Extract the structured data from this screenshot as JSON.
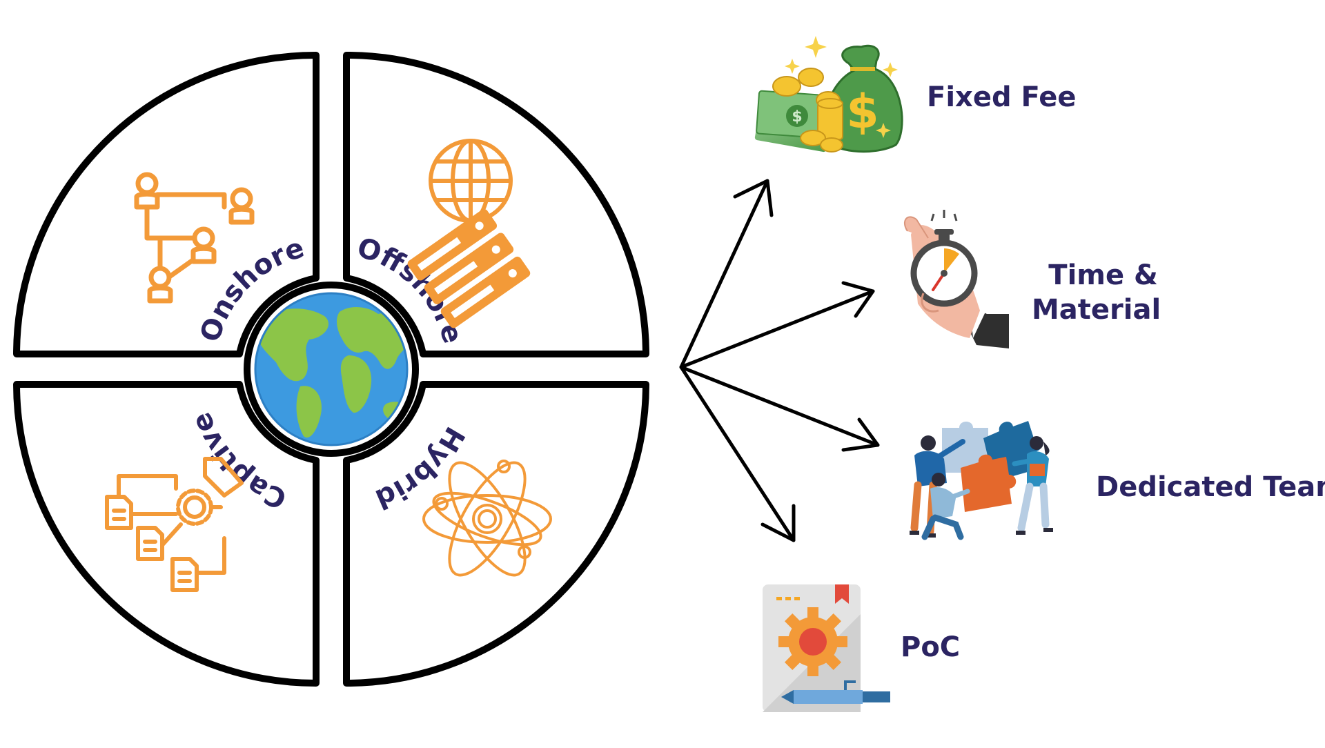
{
  "diagram": {
    "engagement_models": [
      {
        "id": "onshore",
        "label": "Onshore",
        "icon": "org-chart-icon"
      },
      {
        "id": "offshore",
        "label": "Offshore",
        "icon": "globe-server-icon"
      },
      {
        "id": "captive",
        "label": "Captive",
        "icon": "workflow-gear-icon"
      },
      {
        "id": "hybrid",
        "label": "Hybrid",
        "icon": "atom-icon"
      }
    ],
    "center_icon": "earth-globe-icon",
    "pricing_models": [
      {
        "id": "fixed-fee",
        "label": "Fixed Fee",
        "icon": "money-bag-icon"
      },
      {
        "id": "time-material",
        "label_line1": "Time &",
        "label_line2": "Material",
        "icon": "stopwatch-hand-icon"
      },
      {
        "id": "dedicated-team",
        "label": "Dedicated Team",
        "icon": "team-puzzle-icon"
      },
      {
        "id": "poc",
        "label": "PoC",
        "icon": "gear-document-icon"
      }
    ],
    "colors": {
      "text": "#2b2462",
      "icon_orange": "#f39a38",
      "outline": "#000000",
      "ocean": "#3d9ae0",
      "land": "#8cc548"
    }
  }
}
